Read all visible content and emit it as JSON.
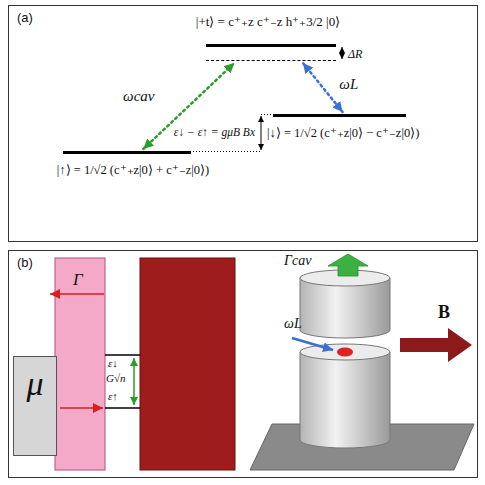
{
  "diagram": {
    "nodes": [
      {
        "text": [
          "(a)"
        ]
      },
      {
        "text": [
          "|+t⟩ = c⁺₊z c⁺₋z h⁺₊3/2 |0⟩"
        ],
        "in": 0
      },
      {
        "text": [
          "|↓⟩ = 1/√2 (c⁺₊z|0⟩ − c⁺₋z|0⟩)"
        ],
        "in": 0
      },
      {
        "text": [
          "|↑⟩ = 1/√2 (c⁺₊z|0⟩ + c⁺₋z|0⟩)"
        ],
        "in": 0
      },
      {
        "text": [
          "(b)"
        ]
      },
      {
        "text": [
          "μ"
        ],
        "in": 4
      }
    ],
    "edges": [
      {
        "from": 3,
        "to": 1,
        "arrow": "both",
        "label": "ωcav"
      },
      {
        "from": 2,
        "to": 1,
        "arrow": "both",
        "label": "ωL"
      }
    ],
    "labels": [
      "ΔR",
      "ε↓ − ε↑ = gμB Bx",
      "Γ",
      "ε↓",
      "G√n",
      "ε↑",
      "Γcav",
      "ωL",
      "B"
    ]
  }
}
